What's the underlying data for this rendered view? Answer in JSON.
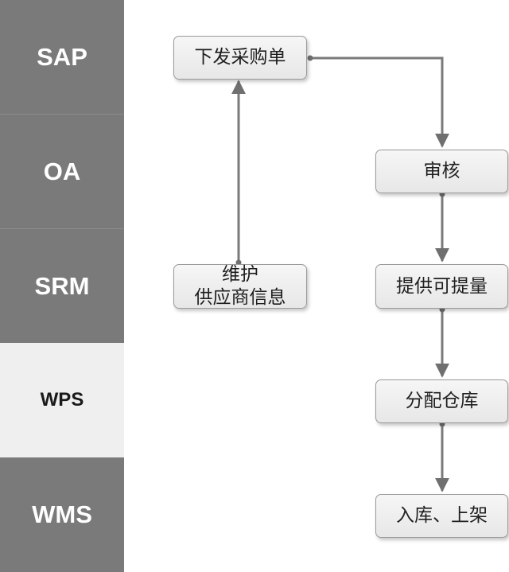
{
  "lanes": [
    {
      "label": "SAP"
    },
    {
      "label": "OA"
    },
    {
      "label": "SRM"
    },
    {
      "label": "WPS"
    },
    {
      "label": "WMS"
    }
  ],
  "nodes": {
    "issue_po": "下发采购单",
    "maintain_line1": "维护",
    "maintain_line2": "供应商信息",
    "review": "审核",
    "provide_qty": "提供可提量",
    "assign_warehouse": "分配仓库",
    "inbound_shelf": "入库、上架"
  },
  "colors": {
    "lane_dark": "#7a7a7a",
    "lane_light": "#efefef",
    "box_fill": "#efefef",
    "box_border": "#9a9a9a",
    "connector": "#7a7a7a"
  }
}
